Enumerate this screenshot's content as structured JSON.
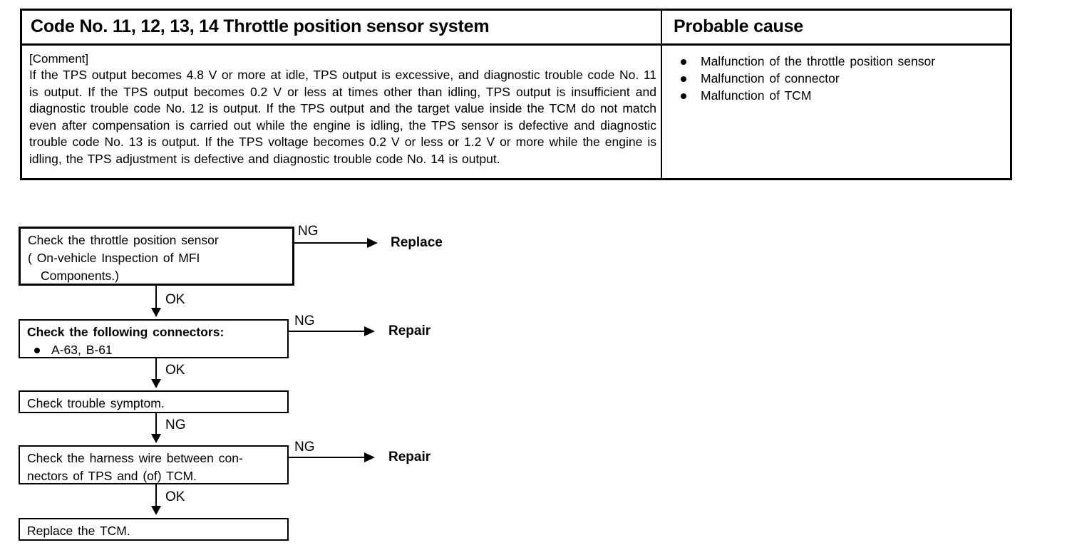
{
  "table": {
    "header": {
      "code_title": "Code No. 11, 12, 13, 14 Throttle position sensor system",
      "probable_cause_title": "Probable cause"
    },
    "comment": {
      "label": "[Comment]",
      "text": "If the TPS output becomes 4.8 V or more at idle, TPS output is excessive, and diagnostic trouble code No. 11 is output.  If the TPS output becomes 0.2 V or less at times other than idling, TPS output is insufficient and diagnostic trouble code No. 12 is output. If the TPS output and the target value inside the TCM do not match even after compensation is carried out while the engine is idling, the TPS sensor is defective and diagnostic trouble code No. 13 is output. If the TPS voltage becomes 0.2 V or less or 1.2 V or more while the engine is idling, the TPS adjustment is defective and diagnostic trouble code No. 14 is output."
    },
    "probable_causes": [
      "Malfunction of the throttle position sensor",
      "Malfunction of connector",
      "Malfunction of TCM"
    ]
  },
  "flowchart": {
    "steps": [
      {
        "id": "check-throttle-position-sensor",
        "line1": "Check the throttle position sensor",
        "line2": "( On-vehicle Inspection of MFI",
        "line3": "Components.)"
      },
      {
        "id": "check-following-connectors",
        "line1": "Check the following connectors:",
        "line2": "A-63, B-61"
      },
      {
        "id": "check-trouble-symptom",
        "line1": "Check trouble symptom."
      },
      {
        "id": "check-harness-wire",
        "line1": "Check the harness wire between con-",
        "line2": "nectors of TPS and   (of) TCM."
      },
      {
        "id": "replace-the-tcm",
        "line1": "Replace the TCM."
      }
    ],
    "branches": [
      {
        "condition": "NG",
        "result": "Replace"
      },
      {
        "condition": "NG",
        "result": "Repair"
      },
      {
        "condition": "NG",
        "result": "Repair"
      }
    ],
    "transitions": [
      {
        "label": "OK"
      },
      {
        "label": "OK"
      },
      {
        "label": "NG"
      },
      {
        "label": "OK"
      }
    ]
  }
}
